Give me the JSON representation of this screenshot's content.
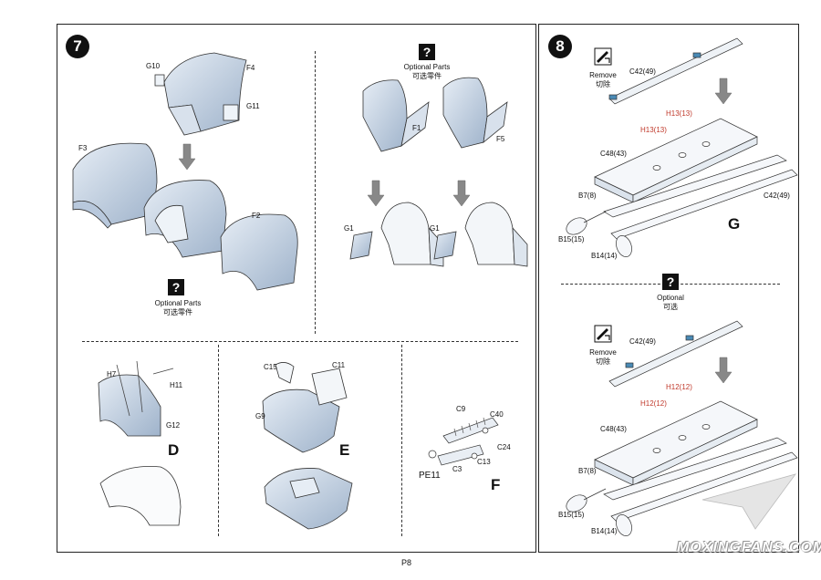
{
  "page_number": "P8",
  "watermark": "MOXINGFANS.COM",
  "left_panel": {
    "step_number": "7",
    "canopy": {
      "labels": [
        "G10",
        "F4",
        "G11",
        "F3",
        "F2"
      ],
      "optional": {
        "icon": "?",
        "english": "Optional Parts",
        "chinese": "可选零件"
      }
    },
    "right_top": {
      "optional": {
        "icon": "?",
        "english": "Optional Parts",
        "chinese": "可选零件"
      },
      "labels": [
        "F1",
        "F5",
        "G1",
        "G1"
      ]
    },
    "sub_d": {
      "labels": [
        "H7",
        "H11",
        "G12"
      ],
      "letter": "D"
    },
    "sub_e": {
      "labels": [
        "C15",
        "C11",
        "G9"
      ],
      "letter": "E"
    },
    "sub_f": {
      "labels": [
        "C9",
        "C40",
        "C24",
        "C13",
        "C3",
        "PE11"
      ],
      "letter": "F"
    }
  },
  "right_panel": {
    "step_number": "8",
    "top": {
      "remove": {
        "english": "Remove",
        "chinese": "切除"
      },
      "labels": [
        "C42(49)",
        "H13(13)",
        "H13(13)",
        "C48(43)",
        "C42(49)",
        "B7(8)",
        "B15(15)",
        "B14(14)"
      ],
      "letter": "G"
    },
    "optional": {
      "icon": "?",
      "english": "Optional",
      "chinese": "可选"
    },
    "bottom": {
      "remove": {
        "english": "Remove",
        "chinese": "切除"
      },
      "labels": [
        "C42(49)",
        "H12(12)",
        "H12(12)",
        "C48(43)",
        "B7(8)",
        "B15(15)",
        "B14(14)"
      ]
    }
  },
  "colors": {
    "part_fill": "#c9d6e6",
    "part_stroke": "#333333",
    "accent_red": "#c0392b",
    "clip_blue": "#4a8ab5"
  }
}
